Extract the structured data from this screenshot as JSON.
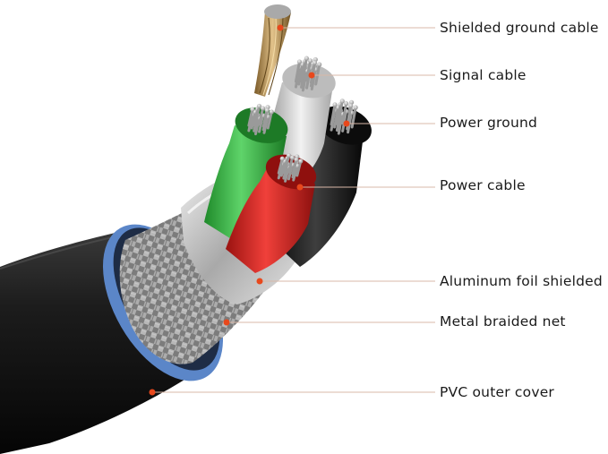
{
  "diagram": {
    "labels": [
      {
        "text": "Shielded ground cable"
      },
      {
        "text": "Signal cable"
      },
      {
        "text": "Power ground"
      },
      {
        "text": "Power cable"
      },
      {
        "text": "Aluminum foil shielded"
      },
      {
        "text": "Metal braided net"
      },
      {
        "text": "PVC outer cover"
      }
    ],
    "colors": {
      "leader_line": "#d9b8a8",
      "marker_dot": "#e8481c",
      "pvc_jacket": "#151515",
      "inner_rim": "#5b86c8",
      "braid": "#b8b8b8",
      "foil": "#d9d9d9",
      "green_wire": "#2eae3a",
      "red_wire": "#d0201c",
      "grey_wire": "#cfcfcf",
      "black_wire": "#1b1b1b",
      "copper": "#b48a4a",
      "tinned_strand": "#b9b9b9"
    }
  }
}
